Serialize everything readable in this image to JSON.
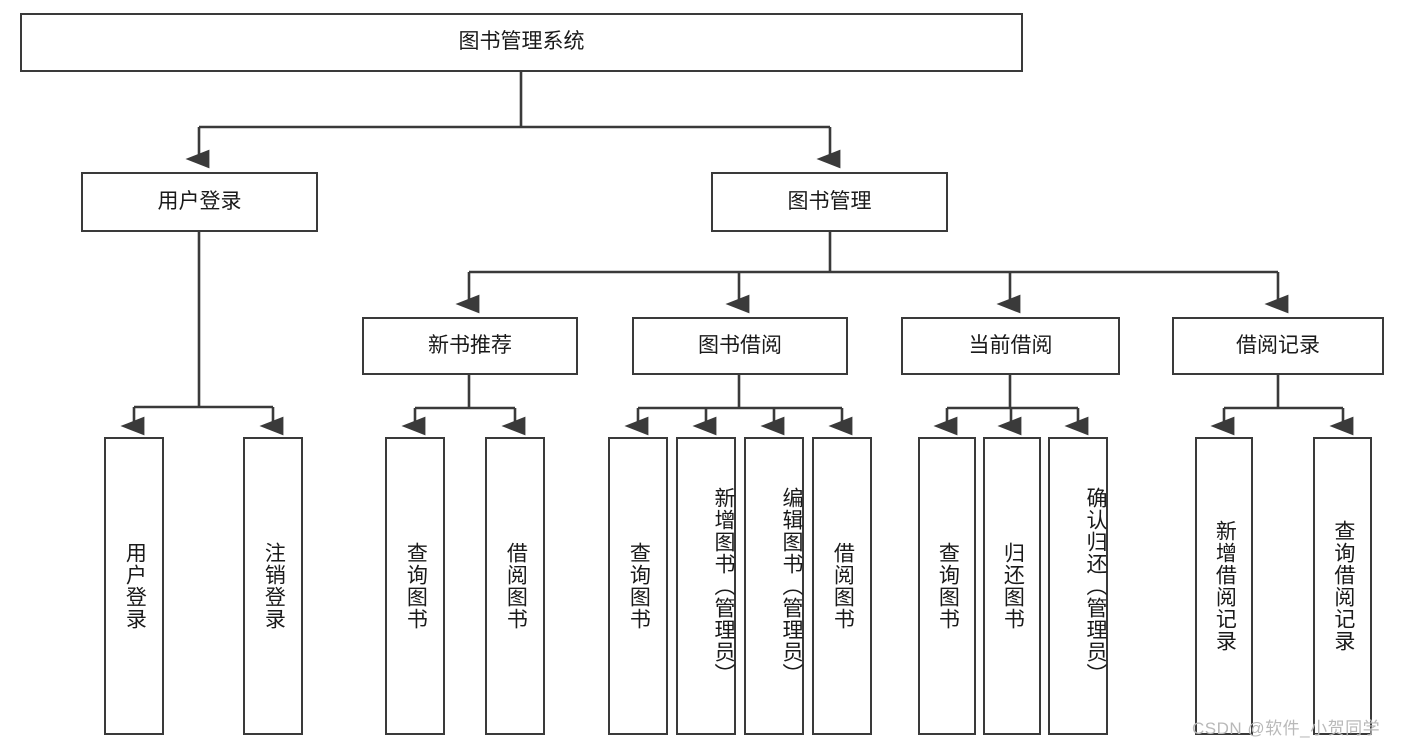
{
  "diagram": {
    "title": "图书管理系统",
    "root": {
      "label": "图书管理系统"
    },
    "level1": [
      {
        "label": "用户登录"
      },
      {
        "label": "图书管理"
      }
    ],
    "level2": [
      {
        "label": "新书推荐"
      },
      {
        "label": "图书借阅"
      },
      {
        "label": "当前借阅"
      },
      {
        "label": "借阅记录"
      }
    ],
    "leaves_user_login": [
      {
        "label": "用户登录"
      },
      {
        "label": "注销登录"
      }
    ],
    "leaves_new_book": [
      {
        "label": "查询图书"
      },
      {
        "label": "借阅图书"
      }
    ],
    "leaves_borrow": [
      {
        "label": "查询图书"
      },
      {
        "label": "新增图书（管理员）"
      },
      {
        "label": "编辑图书（管理员）"
      },
      {
        "label": "借阅图书"
      }
    ],
    "leaves_current": [
      {
        "label": "查询图书"
      },
      {
        "label": "归还图书"
      },
      {
        "label": "确认归还（管理员）"
      }
    ],
    "leaves_record": [
      {
        "label": "新增借阅记录"
      },
      {
        "label": "查询借阅记录"
      }
    ]
  },
  "watermark": {
    "text": "CSDN @软件_小贺同学"
  },
  "colors": {
    "stroke": "#3a3a3a",
    "background": "#ffffff",
    "text": "#1a1a1a",
    "watermark": "#b9b9b9"
  }
}
